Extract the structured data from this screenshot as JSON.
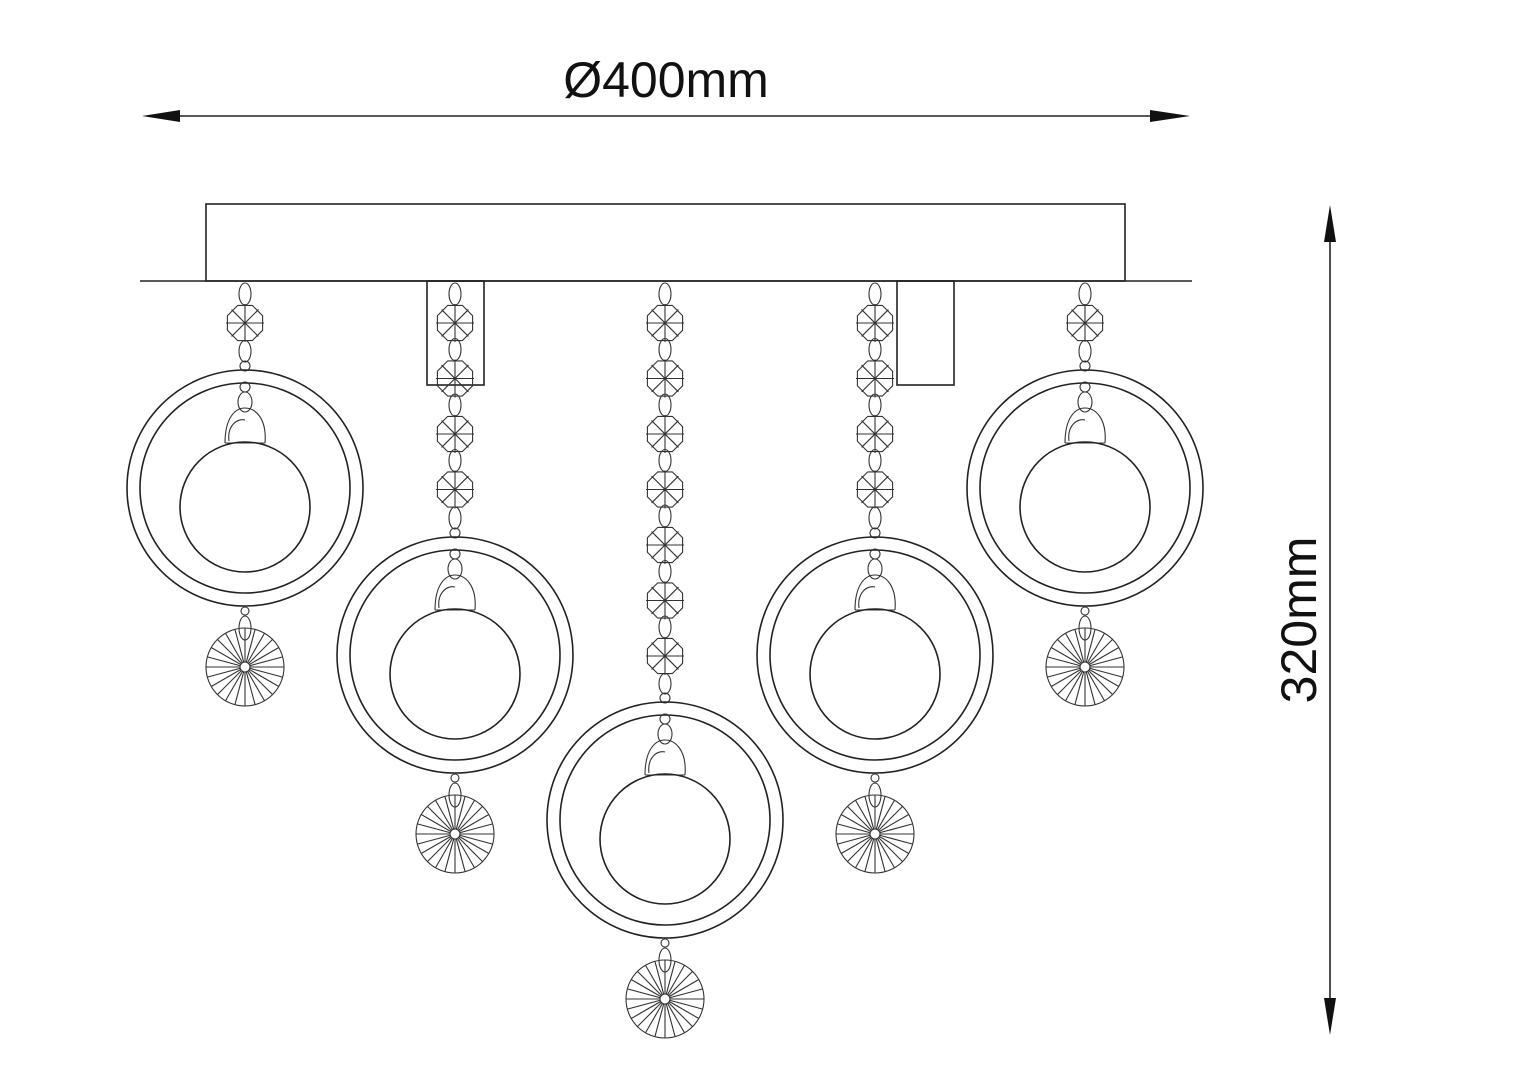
{
  "dimensions": {
    "width_label": "Ø400mm",
    "height_label": "320mm"
  },
  "pendants": [
    {
      "crystal_count": 1
    },
    {
      "crystal_count": 4
    },
    {
      "crystal_count": 7
    },
    {
      "crystal_count": 4
    },
    {
      "crystal_count": 1
    }
  ],
  "colors": {
    "line": "#222222",
    "background": "#ffffff"
  }
}
